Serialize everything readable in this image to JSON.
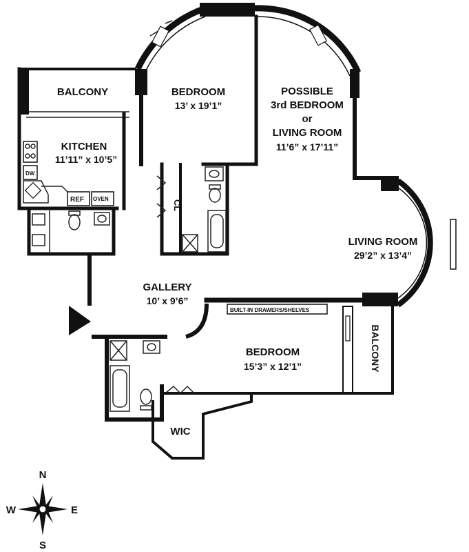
{
  "rooms": {
    "balcony_top": "BALCONY",
    "kitchen_name": "KITCHEN",
    "kitchen_size": "11’11” x 10’5”",
    "bedroom1_name": "BEDROOM",
    "bedroom1_size": "13’ x 19’1”",
    "possible_line1": "POSSIBLE",
    "possible_line2": "3rd BEDROOM",
    "possible_line3": "or",
    "possible_line4": "LIVING ROOM",
    "possible_size": "11’6” x 17’11”",
    "living_name": "LIVING ROOM",
    "living_size": "29’2” x 13’4”",
    "gallery_name": "GALLERY",
    "gallery_size": "10’ x 9’6”",
    "bedroom2_name": "BEDROOM",
    "bedroom2_size": "15’3” x 12’1”",
    "balcony_right": "BALCONY",
    "wic": "WIC",
    "closet": "CL"
  },
  "fixtures": {
    "dishwasher": "DW",
    "refrigerator": "REF",
    "oven": "OVEN",
    "builtin": "BUILT-IN DRAWERS/SHELVES"
  },
  "compass": {
    "n": "N",
    "s": "S",
    "e": "E",
    "w": "W"
  }
}
